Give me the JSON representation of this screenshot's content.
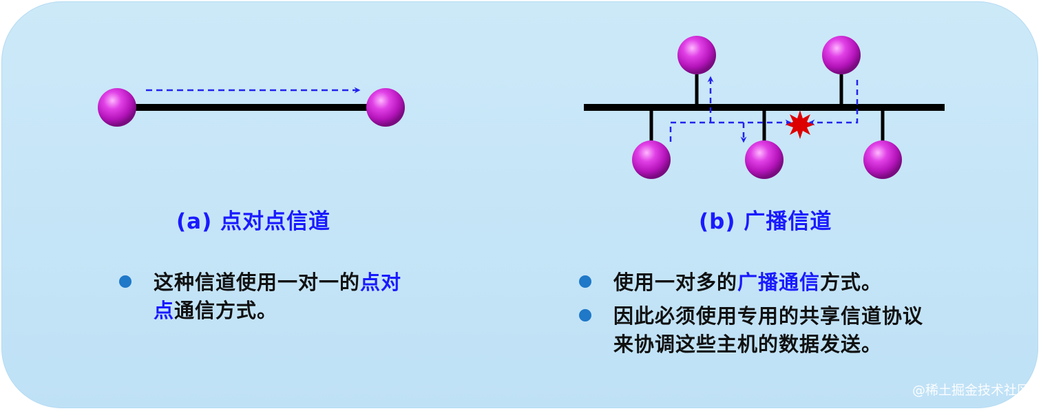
{
  "colors": {
    "node": "#c020c8",
    "bus": "#000000",
    "arrow": "#2222ee",
    "collision": "#dd0000",
    "highlight": "#1a1aff"
  },
  "left": {
    "caption": "(a) 点对点信道",
    "bullets": [
      {
        "parts": [
          {
            "text": "这种信道使用一对一的",
            "hl": false
          },
          {
            "text": "点对点",
            "hl": true
          },
          {
            "text": "通信方式。",
            "hl": false
          }
        ]
      }
    ]
  },
  "right": {
    "caption": "(b) 广播信道",
    "bullets": [
      {
        "parts": [
          {
            "text": "使用一对多的",
            "hl": false
          },
          {
            "text": "广播通信",
            "hl": true
          },
          {
            "text": "方式。",
            "hl": false
          }
        ]
      },
      {
        "parts": [
          {
            "text": "因此必须使用专用的共享信道协议来协调这些主机的数据发送。",
            "hl": false
          }
        ]
      }
    ]
  },
  "watermark": "@稀土掘金技术社区"
}
